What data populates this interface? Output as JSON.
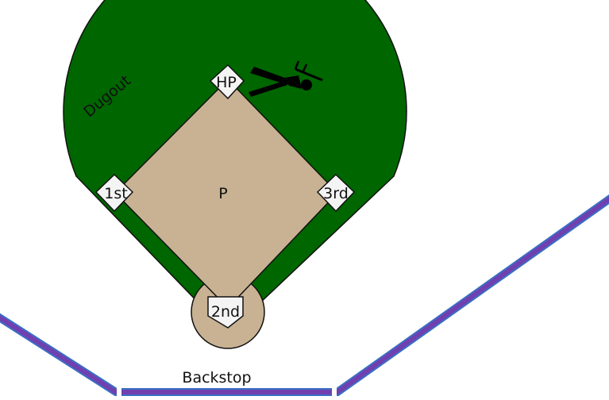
{
  "labels": {
    "dugout": "Dugout",
    "home_plate": "HP",
    "first_base": "1st",
    "third_base": "3rd",
    "second_base": "2nd",
    "pitcher": "P",
    "backstop": "Backstop"
  },
  "colors": {
    "grass": "#006600",
    "infield_dirt": "#c8b293",
    "base_fill": "#f4f4f4",
    "backstop_fence": "#7040b0",
    "backstop_fence_edge": "#3a6fc4",
    "batter": "#000000"
  },
  "icons": {
    "batter": "batter-icon"
  }
}
